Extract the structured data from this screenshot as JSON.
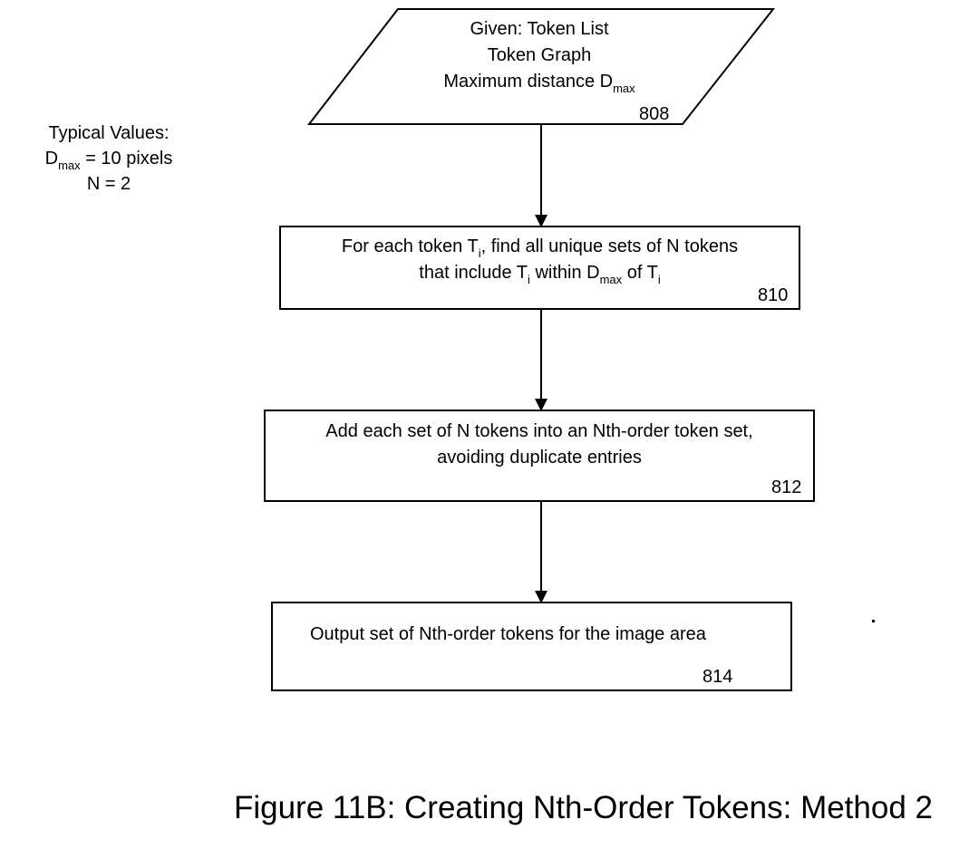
{
  "figure_caption": "Figure 11B: Creating Nth-Order Tokens: Method 2",
  "side_note": {
    "line1": "Typical Values:",
    "line2_prefix": "D",
    "line2_sub": "max",
    "line2_suffix": " = 10 pixels",
    "line3": "N = 2"
  },
  "nodes": {
    "n808": {
      "shape": "parallelogram",
      "line1": "Given: Token List",
      "line2": "Token Graph",
      "line3_prefix": "Maximum distance D",
      "line3_sub": "max",
      "ref": "808"
    },
    "n810": {
      "shape": "rectangle",
      "line1_a": "For each token T",
      "line1_sub": "i",
      "line1_b": ", find all unique sets of N tokens",
      "line2_a": "that include T",
      "line2_sub1": "i",
      "line2_b": " within D",
      "line2_sub2": "max",
      "line2_c": " of T",
      "line2_sub3": "i",
      "ref": "810"
    },
    "n812": {
      "shape": "rectangle",
      "line1": "Add each set of N tokens into an Nth-order token set,",
      "line2": "avoiding duplicate entries",
      "ref": "812"
    },
    "n814": {
      "shape": "rectangle",
      "line1": "Output set of Nth-order tokens for the image area",
      "ref": "814"
    }
  },
  "edges": [
    {
      "from": "808",
      "to": "810"
    },
    {
      "from": "810",
      "to": "812"
    },
    {
      "from": "812",
      "to": "814"
    }
  ]
}
